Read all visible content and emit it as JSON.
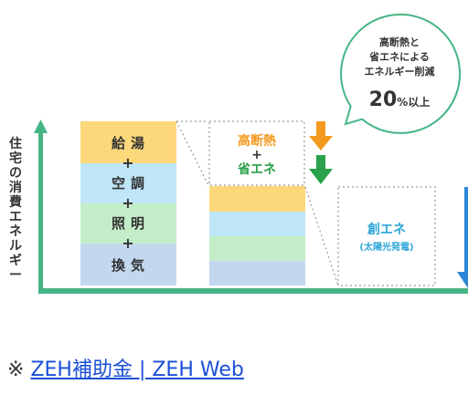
{
  "axis_label": [
    "住",
    "宅",
    "の",
    "消",
    "費",
    "エ",
    "ネ",
    "ル",
    "ギ",
    "ー"
  ],
  "energy_stack": {
    "items": [
      "給湯",
      "空調",
      "照明",
      "換気"
    ],
    "plus": "+",
    "colors": [
      "#fcd87a",
      "#bfe6f8",
      "#c3edc9",
      "#c3d8ef"
    ]
  },
  "reduction_box": {
    "line1": "高断熱",
    "plus": "+",
    "line2": "省エネ",
    "color1": "#f39a1e",
    "color2": "#2aa14a"
  },
  "creation_box": {
    "title": "創エネ",
    "subtitle": "(太陽光発電)",
    "color": "#2ea7d8"
  },
  "bubble": {
    "line1": "高断熱と",
    "line2": "省エネによる",
    "line3": "エネルギー削減",
    "value": "20",
    "unit": "%以上"
  },
  "colors": {
    "axis": "#46b585",
    "arrow_orange": "#f39a1e",
    "arrow_green": "#2aa14a",
    "arrow_blue": "#2e86d8",
    "bubble_border": "#46b585",
    "link": "#1a4fd6"
  },
  "source": {
    "prefix": "※ ",
    "link_text": "ZEH補助金 | ZEH Web"
  }
}
